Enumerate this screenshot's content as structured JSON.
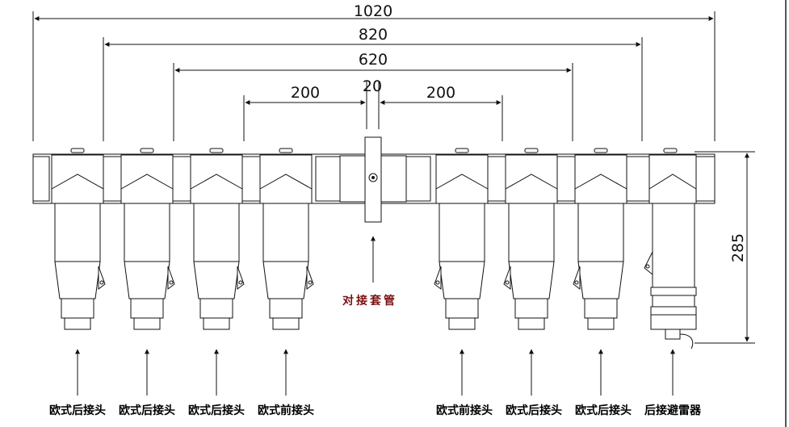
{
  "dimensions": {
    "top": "1020",
    "second": "820",
    "third": "620",
    "left_gap": "200",
    "center_gap": "20",
    "right_gap": "200",
    "height": "285"
  },
  "center_label": "对接套管",
  "labels": {
    "left": [
      "欧式后接头",
      "欧式后接头",
      "欧式后接头",
      "欧式前接头"
    ],
    "right": [
      "欧式前接头",
      "欧式后接头",
      "欧式后接头",
      "后接避雷器"
    ]
  },
  "colors": {
    "line": "#111111",
    "accent": "#7a1010"
  }
}
